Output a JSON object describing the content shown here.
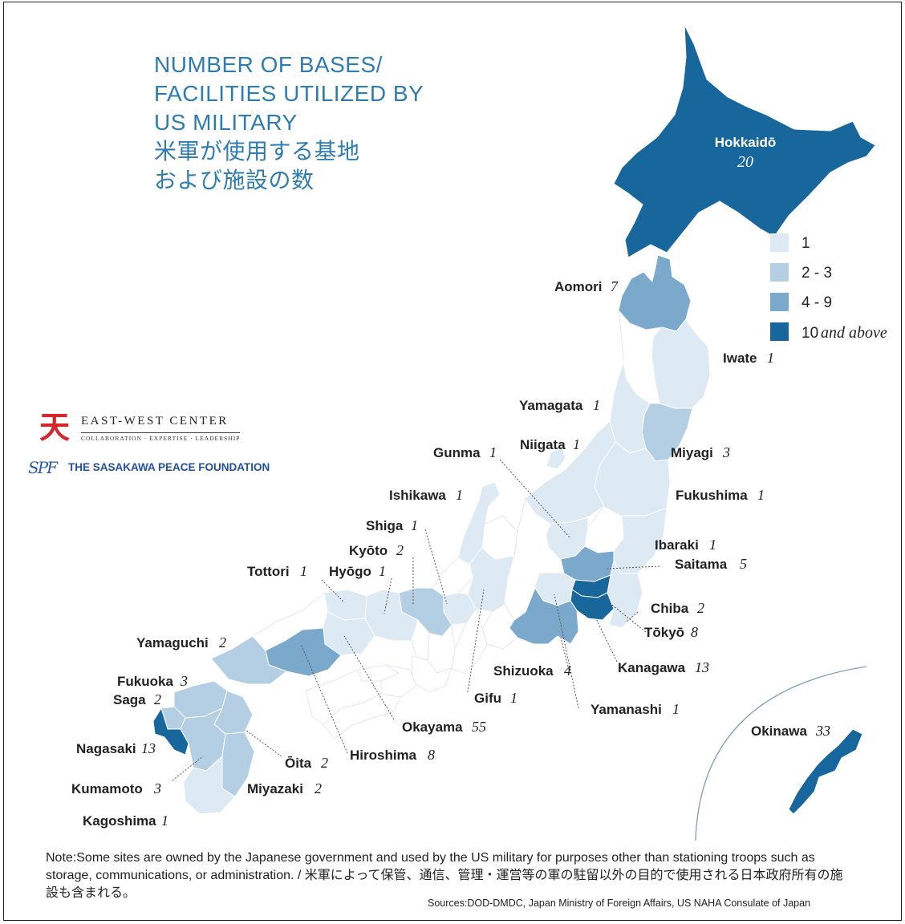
{
  "title": {
    "line1": "NUMBER OF BASES/",
    "line2": "FACILITIES UTILIZED BY",
    "line3": "US MILITARY",
    "line4": "米軍が使用する基地",
    "line5": "および施設の数"
  },
  "logos": {
    "ewc_name": "EAST-WEST CENTER",
    "ewc_tagline": "COLLABORATION · EXPERTISE · LEADERSHIP",
    "spf_name": "THE SASAKAWA PEACE FOUNDATION"
  },
  "legend": {
    "items": [
      {
        "label": "1",
        "color": "#dde9f3"
      },
      {
        "label": "2 - 3",
        "color": "#b4cfe3"
      },
      {
        "label": "4 - 9",
        "color": "#7aa9cb"
      },
      {
        "label_num": "10",
        "label_it": "and above",
        "color": "#17669c"
      }
    ]
  },
  "prefectures": [
    {
      "name": "Hokkaidō",
      "count": "20"
    },
    {
      "name": "Aomori",
      "count": "7"
    },
    {
      "name": "Iwate",
      "count": "1"
    },
    {
      "name": "Yamagata",
      "count": "1"
    },
    {
      "name": "Niigata",
      "count": "1"
    },
    {
      "name": "Miyagi",
      "count": "3"
    },
    {
      "name": "Gunma",
      "count": "1"
    },
    {
      "name": "Ishikawa",
      "count": "1"
    },
    {
      "name": "Fukushima",
      "count": "1"
    },
    {
      "name": "Shiga",
      "count": "1"
    },
    {
      "name": "Kyōto",
      "count": "2"
    },
    {
      "name": "Ibaraki",
      "count": "1"
    },
    {
      "name": "Tottori",
      "count": "1"
    },
    {
      "name": "Hyōgo",
      "count": "1"
    },
    {
      "name": "Saitama",
      "count": "5"
    },
    {
      "name": "Chiba",
      "count": "2"
    },
    {
      "name": "Tōkyō",
      "count": "8"
    },
    {
      "name": "Yamaguchi",
      "count": "2"
    },
    {
      "name": "Shizuoka",
      "count": "4"
    },
    {
      "name": "Kanagawa",
      "count": "13"
    },
    {
      "name": "Fukuoka",
      "count": "3"
    },
    {
      "name": "Saga",
      "count": "2"
    },
    {
      "name": "Gifu",
      "count": "1"
    },
    {
      "name": "Yamanashi",
      "count": "1"
    },
    {
      "name": "Okayama",
      "count": "55"
    },
    {
      "name": "Nagasaki",
      "count": "13"
    },
    {
      "name": "Hiroshima",
      "count": "8"
    },
    {
      "name": "Ōita",
      "count": "2"
    },
    {
      "name": "Kumamoto",
      "count": "3"
    },
    {
      "name": "Miyazaki",
      "count": "2"
    },
    {
      "name": "Kagoshima",
      "count": "1"
    },
    {
      "name": "Okinawa",
      "count": "33"
    }
  ],
  "colors": {
    "c1": "#dde9f3",
    "c2": "#b4cfe3",
    "c3": "#7aa9cb",
    "c4": "#17669c",
    "title": "#2f7cb0"
  },
  "note": "Note:Some sites are owned by the Japanese government and used by the US military for purposes other than stationing troops such as storage, communications, or administration. / 米軍によって保管、通信、管理・運営等の軍の駐留以外の目的で使用される日本政府所有の施設も含まれる。",
  "sources": "Sources:DOD-DMDC, Japan Ministry of Foreign Affairs, US NAHA Consulate of Japan"
}
